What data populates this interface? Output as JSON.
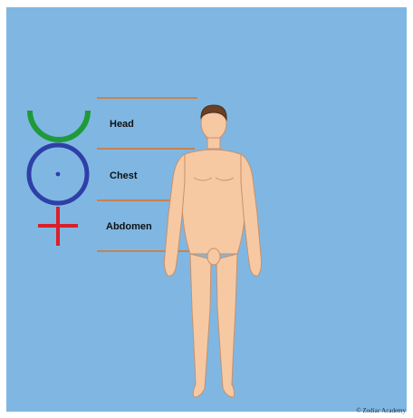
{
  "regions": {
    "head": "Head",
    "chest": "Chest",
    "abdomen": "Abdomen"
  },
  "copyright": "© Zodiac Academy",
  "colors": {
    "background": "#7fb7e2",
    "crescent": "#1f9a3a",
    "circle": "#2f3fa8",
    "cross": "#d8202a",
    "divider": "#e0711f",
    "skin": "#f6c9a3"
  }
}
